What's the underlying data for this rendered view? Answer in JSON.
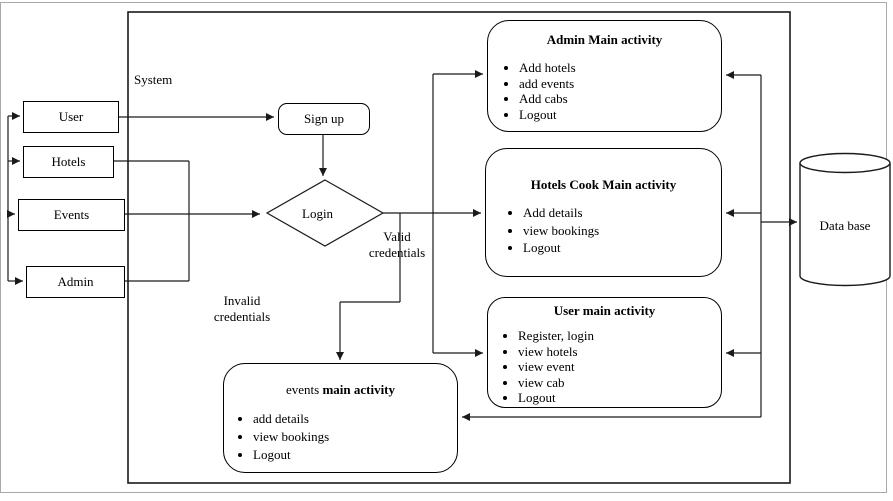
{
  "diagram": {
    "system_label": "System",
    "actors": {
      "user": "User",
      "hotels": "Hotels",
      "events": "Events",
      "admin": "Admin"
    },
    "signup_label": "Sign up",
    "login_label": "Login",
    "valid_label": "Valid credentials",
    "invalid_label": "Invalid credentials",
    "database_label": "Data base",
    "activities": {
      "admin": {
        "title": "Admin Main activity",
        "items": [
          "Add hotels",
          "add events",
          "Add cabs",
          "Logout"
        ]
      },
      "hotels_cook": {
        "title": "Hotels Cook Main activity",
        "items": [
          "Add details",
          "view bookings",
          "Logout"
        ]
      },
      "user": {
        "title": "User main activity",
        "items": [
          "Register, login",
          "view hotels",
          "view event",
          "view cab",
          "Logout"
        ]
      },
      "events": {
        "title_prefix": "events ",
        "title_bold": "main activity",
        "items": [
          "add details",
          "view bookings",
          "Logout"
        ]
      }
    },
    "colors": {
      "line": "#1a1a1a",
      "background": "#ffffff",
      "page_border": "#a9a9a9"
    }
  }
}
